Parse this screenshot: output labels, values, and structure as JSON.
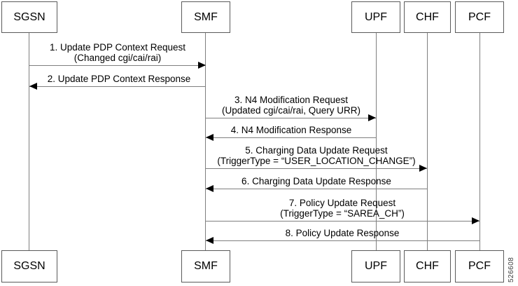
{
  "actors": [
    {
      "label": "SGSN"
    },
    {
      "label": "SMF"
    },
    {
      "label": "UPF"
    },
    {
      "label": "CHF"
    },
    {
      "label": "PCF"
    }
  ],
  "messages": [
    {
      "from": "SGSN",
      "to": "SMF",
      "direction": "right",
      "lines": [
        "1. Update PDP Context Request",
        "(Changed cgi/cai/rai)"
      ]
    },
    {
      "from": "SMF",
      "to": "SGSN",
      "direction": "left",
      "lines": [
        "2. Update PDP Context Response"
      ]
    },
    {
      "from": "SMF",
      "to": "UPF",
      "direction": "right",
      "lines": [
        "3. N4 Modification Request",
        "(Updated cgi/cai/rai, Query URR)"
      ]
    },
    {
      "from": "UPF",
      "to": "SMF",
      "direction": "left",
      "lines": [
        "4. N4 Modification Response"
      ]
    },
    {
      "from": "SMF",
      "to": "CHF",
      "direction": "right",
      "lines": [
        "5. Charging Data Update Request",
        "(TriggerType = “USER_LOCATION_CHANGE”)"
      ]
    },
    {
      "from": "CHF",
      "to": "SMF",
      "direction": "left",
      "lines": [
        "6. Charging Data Update Response"
      ]
    },
    {
      "from": "SMF",
      "to": "PCF",
      "direction": "right",
      "lines": [
        "7. Policy Update Request",
        "(TriggerType = “SAREA_CH”)"
      ]
    },
    {
      "from": "PCF",
      "to": "SMF",
      "direction": "left",
      "lines": [
        "8. Policy Update Response"
      ]
    }
  ],
  "figure_number": "526608",
  "colors": {
    "background": "#ffffff",
    "box_border": "#5a5a5a",
    "line": "#7f7f7f",
    "arrowhead": "#000000",
    "text": "#000000"
  }
}
